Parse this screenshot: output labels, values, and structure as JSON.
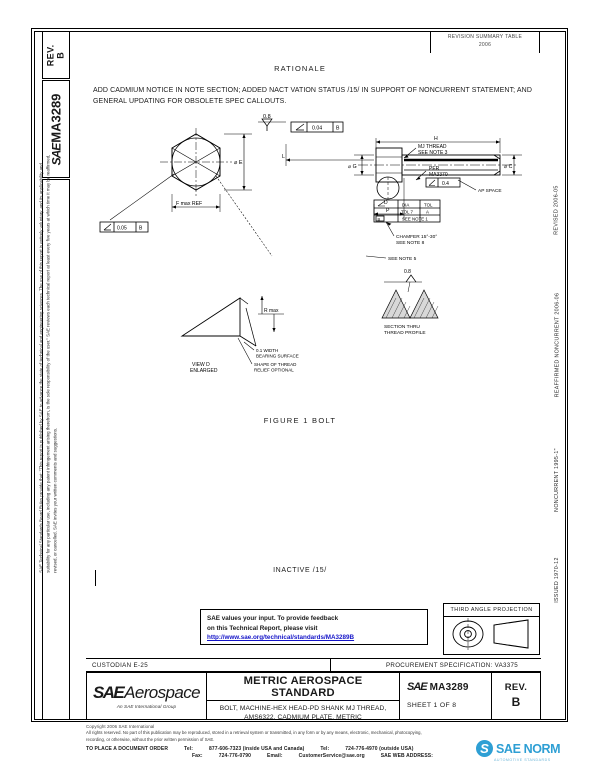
{
  "document": {
    "number": "MA3289",
    "revision_label": "REV.",
    "revision": "B",
    "standard_type": "METRIC AEROSPACE STANDARD",
    "title_line1": "BOLT, MACHINE-HEX HEAD-PD SHANK MJ THREAD,",
    "title_line2": "AMS6322, CADMIUM PLATE, METRIC",
    "sheet": "SHEET 1 OF 8",
    "figure_caption": "FIGURE 1  BOLT",
    "status": "INACTIVE /15/",
    "stamp": "REVISION SUMMARY TABLE\n2006"
  },
  "header": {
    "rationale_title": "RATIONALE",
    "rationale_body": "ADD CADMIUM NOTICE IN NOTE SECTION; ADDED  NACT VATION STATUS /15/ IN SUPPORT OF NONCURRENT STATEMENT; AND GENERAL UPDATING FOR OBSOLETE SPEC CALLOUTS."
  },
  "spine": {
    "rev_text": "REV.\nB",
    "doc_text": "MA3289",
    "brand": "SAE"
  },
  "disclaimer": "SAE Technical Standards Board Rules provide that: \"This report is published by SAE to advance the state of technical and engineering sciences. The use of this report is entirely voluntary, and its applicability and suitability for any particular use, including any patent infringement arising therefrom, is the sole responsibility of the user.\"  SAE reviews each technical report at least every five years at which time it may be reaffirmed, revised, or cancelled. SAE invites your written comments and suggestions.",
  "feedback": {
    "line1": "SAE values your input. To provide feedback",
    "line2": "on this Technical Report, please visit",
    "url": "http://www.sae.org/technical/standards/MA3289B"
  },
  "projection": {
    "label": "THIRD ANGLE PROJECTION"
  },
  "custodian": {
    "left": "CUSTODIAN  E-25",
    "right": "PROCUREMENT SPECIFICATION: VA3375"
  },
  "logo": {
    "sae": "SAE",
    "aerospace": "Aerospace",
    "tagline": "An SAE International Group"
  },
  "revision_history": [
    {
      "label": "REVISED 2006-05"
    },
    {
      "label": "REAFFIRMED NONCURRENT 2006-06"
    },
    {
      "label": "NONCURRENT 1995-1\""
    },
    {
      "label": "ISSUED 1970-12"
    }
  ],
  "copyright": {
    "line1": "Copyright 2006 SAE International",
    "line2": "All rights reserved. No part of this publication may be reproduced, stored in a retrieval system or transmitted, in any form or by any means, electronic, mechanical, photocopying,",
    "line3": "recording, or otherwise, without the prior written permission of SAE.",
    "order_label": "TO PLACE A DOCUMENT ORDER",
    "tel_usa_label": "Tel:",
    "tel_usa": "877-606-7323 (inside USA and Canada)",
    "tel_out_label": "Tel:",
    "tel_out": "724-776-4970 (outside USA)",
    "fax_label": "Fax:",
    "fax": "724-776-0790",
    "email_label": "Email:",
    "email": "CustomerService@sae.org",
    "web_label": "SAE WEB ADDRESS:"
  },
  "watermark": {
    "mark": "S",
    "text": "SAE NORM",
    "sub": "AUTOMOTIVE  STANDARDS"
  },
  "drawing": {
    "figure_label": "FIGURE 1  BOLT",
    "callouts": [
      {
        "id": "gdt-top",
        "text": "0.8"
      },
      {
        "id": "fcf-top",
        "text": "0.04  B"
      },
      {
        "id": "note-mj",
        "text": "MJ THREAD\nSEE NOTE 3"
      },
      {
        "id": "note-per",
        "text": "PER\nMA3370"
      },
      {
        "id": "dim-f-max",
        "text": "F max REF"
      },
      {
        "id": "dim-e",
        "text": "E"
      },
      {
        "id": "dim-g",
        "text": "G"
      },
      {
        "id": "dim-c",
        "text": "C"
      },
      {
        "id": "dim-h",
        "text": "H"
      },
      {
        "id": "dim-l",
        "text": "L"
      },
      {
        "id": "dim-p",
        "text": "P"
      },
      {
        "id": "dim-d",
        "text": "D"
      },
      {
        "id": "dim-r-max",
        "text": "R max"
      },
      {
        "id": "dim-b",
        "text": "B"
      },
      {
        "id": "chamfer",
        "text": "CHAMFER 15°-30°\nSEE NOTE 8"
      },
      {
        "id": "surface",
        "text": "0.1 WIDTH\nBEARING SURFACE"
      },
      {
        "id": "thread-rel",
        "text": "SHAPE OF THREAD\nRELIEF OPTIONAL"
      },
      {
        "id": "view-d",
        "text": "VIEW  D\nENLARGED"
      },
      {
        "id": "section",
        "text": "SECTION THRU\nTHREAD PROFILE"
      },
      {
        "id": "see-note",
        "text": "SEE NOTE 5"
      },
      {
        "id": "ap-space",
        "text": "AP SPACE"
      },
      {
        "id": "tbl-hdr",
        "text": "DIA  TOL"
      },
      {
        "id": "tbl-row",
        "text": "TOL 7    A"
      }
    ]
  }
}
